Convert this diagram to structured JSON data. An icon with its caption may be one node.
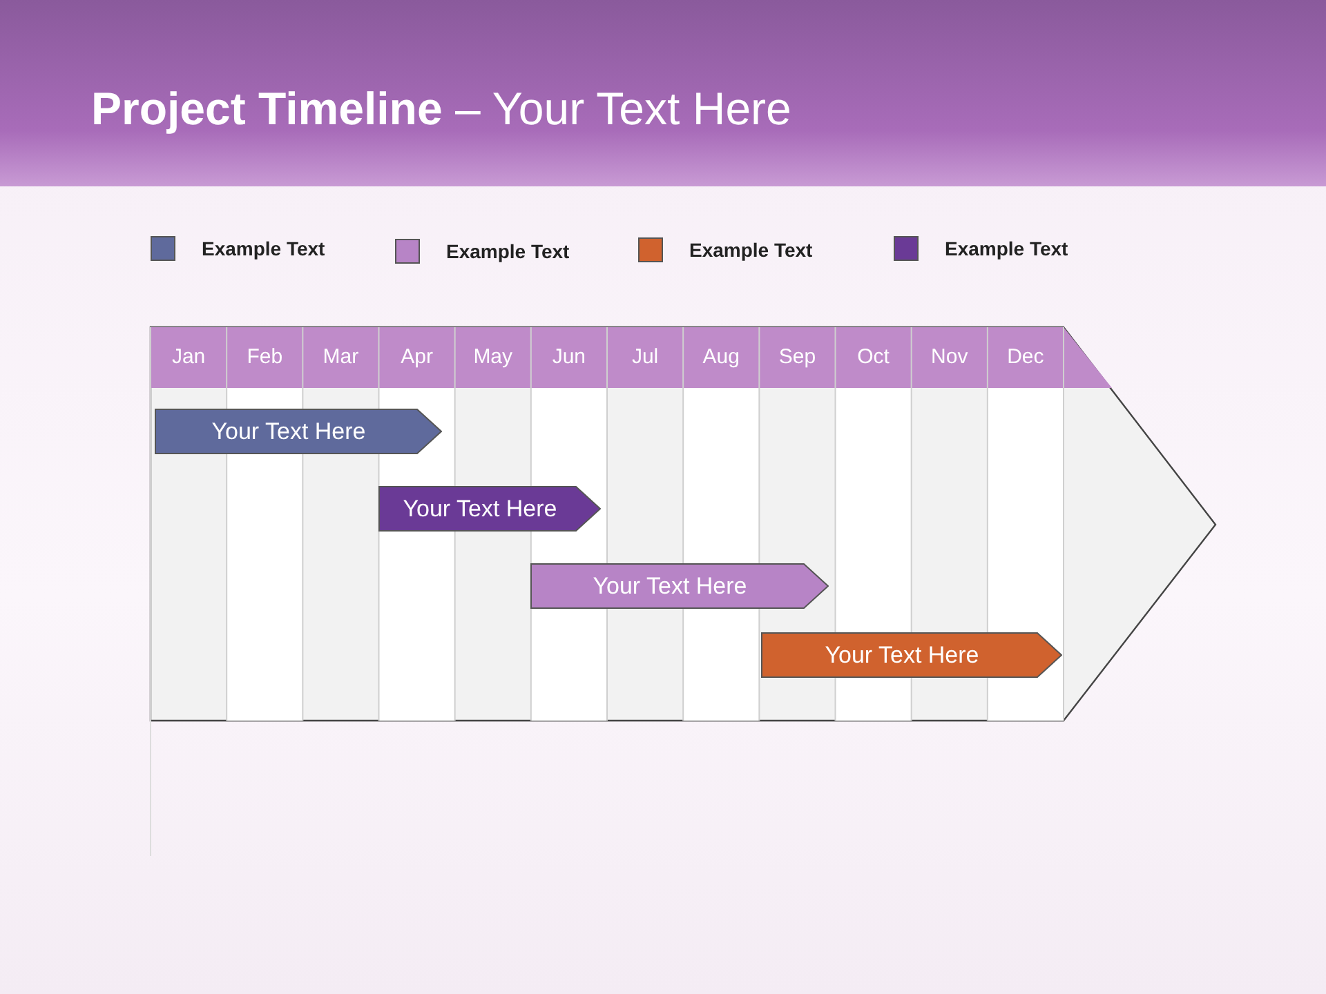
{
  "diagram": {
    "title": "**Project Timeline** – Your Text Here",
    "nodes": [
      {
        "text": [
          "Your Text Here"
        ]
      },
      {
        "text": [
          "Your Text Here"
        ]
      },
      {
        "text": [
          "Your Text Here"
        ]
      },
      {
        "text": [
          "Your Text Here"
        ]
      }
    ],
    "edges": [],
    "labels": [
      "Jan",
      "Feb",
      "Mar",
      "Apr",
      "May",
      "Jun",
      "Jul",
      "Aug",
      "Sep",
      "Oct",
      "Nov",
      "Dec"
    ],
    "legend": [
      {
        "text": "Example Text",
        "color": "#5f6a9c"
      },
      {
        "text": "Example Text",
        "color": "#b784c6"
      },
      {
        "text": "Example Text",
        "color": "#d0622e"
      },
      {
        "text": "Example Text",
        "color": "#6a3a96"
      }
    ]
  }
}
